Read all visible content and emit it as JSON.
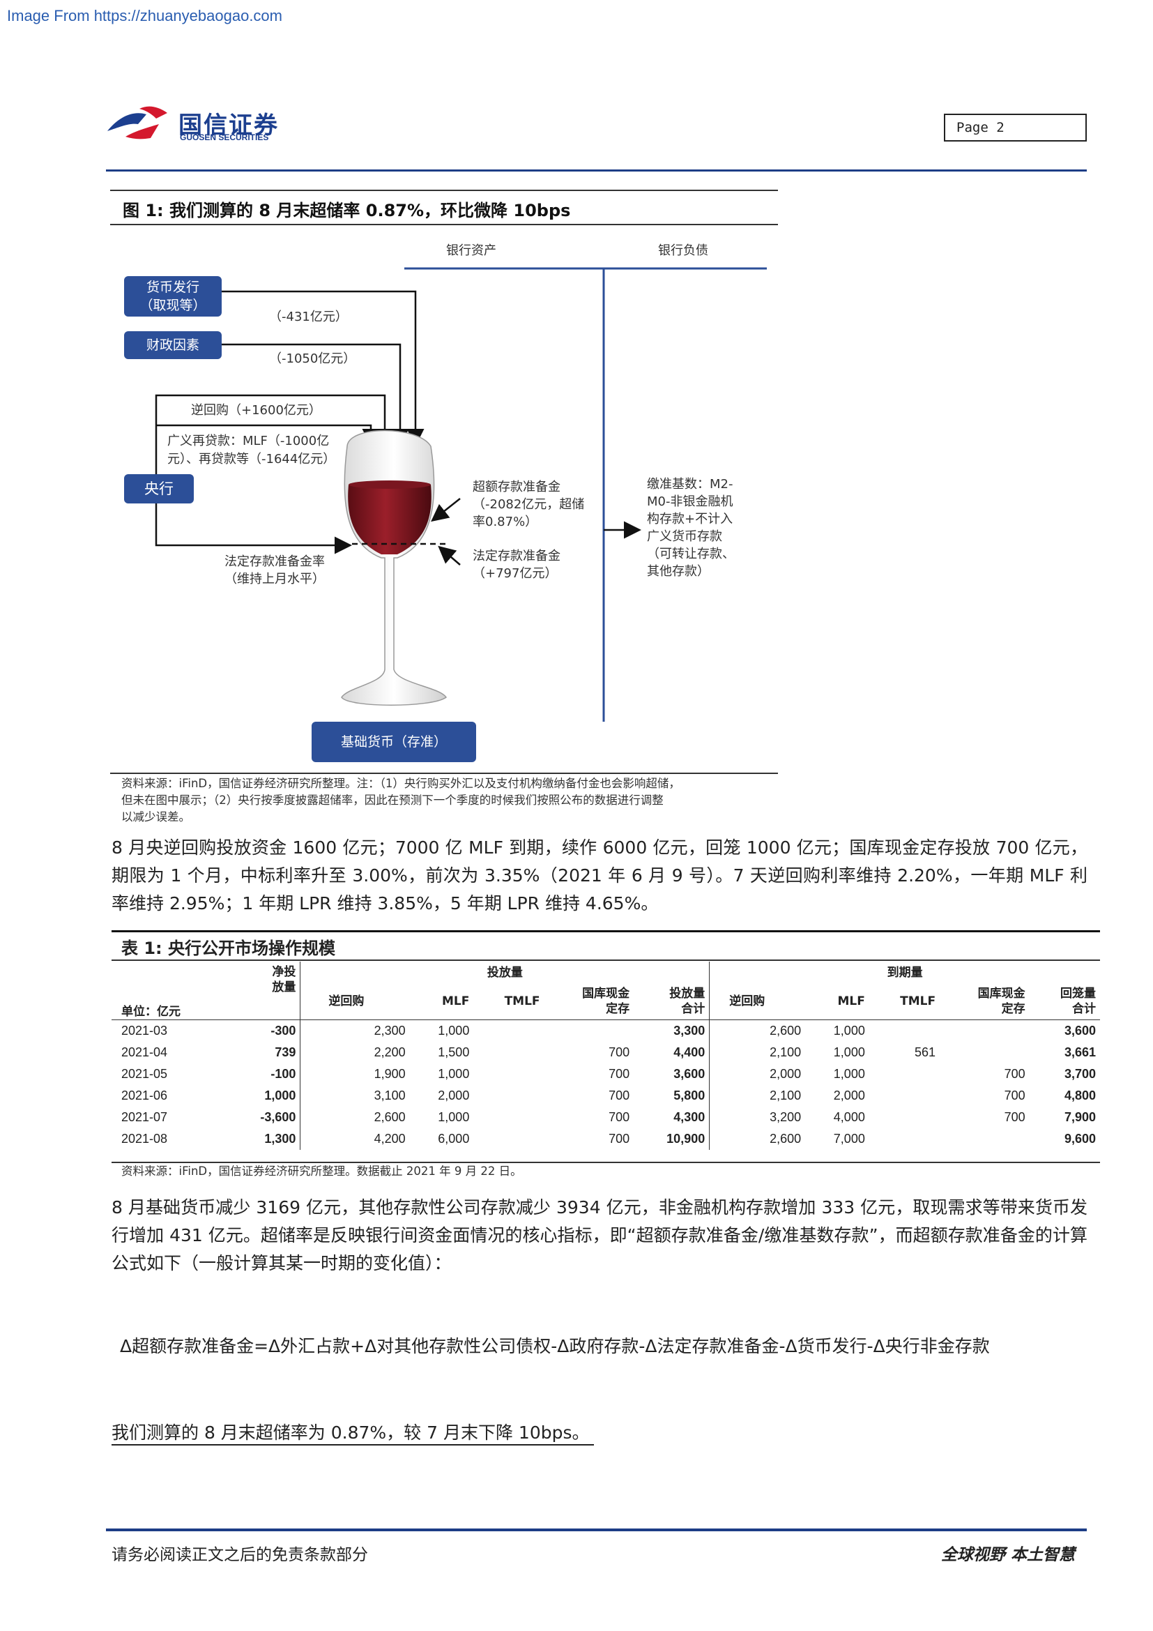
{
  "watermark": "Image From https://zhuanyebaogao.com",
  "header": {
    "logo_cn": "国信证券",
    "logo_en": "GUOSEN SECURITIES",
    "page_label": "Page  2"
  },
  "figure": {
    "title": "图 1:  我们测算的 8 月末超储率 0.87%，环比微降 10bps",
    "col_assets": "银行资产",
    "col_liabilities": "银行负债",
    "box_currency_line1": "货币发行",
    "box_currency_line2": "（取现等）",
    "label_currency": "（-431亿元）",
    "box_fiscal": "财政因素",
    "label_fiscal": "（-1050亿元）",
    "label_reverse_repo": "逆回购（+1600亿元）",
    "label_refinance_line1": "广义再贷款：MLF（-1000亿",
    "label_refinance_line2": "元）、再贷款等（-1644亿元）",
    "box_central_bank": "央行",
    "label_excess_line1": "超额存款准备金",
    "label_excess_line2": "（-2082亿元，超储",
    "label_excess_line3": "率0.87%）",
    "label_statutory_line1": "法定存款准备金",
    "label_statutory_line2": "（+797亿元）",
    "label_rrr_line1": "法定存款准备金率",
    "label_rrr_line2": "（维持上月水平）",
    "label_base_line1": "缴准基数：M2-",
    "label_base_line2": "M0-非银金融机",
    "label_base_line3": "构存款+不计入",
    "label_base_line4": "广义货币存款",
    "label_base_line5": "（可转让存款、",
    "label_base_line6": "其他存款）",
    "box_base_money": "基础货币（存准）",
    "source_line1": "资料来源：iFinD，国信证券经济研究所整理。注：（1）央行购买外汇以及支付机构缴纳备付金也会影响超储，",
    "source_line2": "但未在图中展示；（2）央行按季度披露超储率，因此在预测下一个季度的时候我们按照公布的数据进行调整",
    "source_line3": "以减少误差。"
  },
  "para1": "8 月央逆回购投放资金 1600 亿元；7000 亿 MLF 到期，续作 6000 亿元，回笼 1000 亿元；国库现金定存投放 700 亿元，期限为 1 个月，中标利率升至 3.00%，前次为 3.35%（2021 年 6 月 9 号）。7 天逆回购利率维持 2.20%，一年期 MLF 利率维持 2.95%；1 年期 LPR 维持 3.85%，5 年期 LPR 维持 4.65%。",
  "table": {
    "title": "表 1:  央行公开市场操作规模",
    "unit": "单位：亿元",
    "net_line1": "净投",
    "net_line2": "放量",
    "group_injection": "投放量",
    "group_maturity": "到期量",
    "h_reverse_repo": "逆回购",
    "h_mlf": "MLF",
    "h_tmlf": "TMLF",
    "h_treasury_line1": "国库现金",
    "h_treasury_line2": "定存",
    "h_inj_total_line1": "投放量",
    "h_inj_total_line2": "合计",
    "h_mat_total_line1": "回笼量",
    "h_mat_total_line2": "合计",
    "rows": [
      [
        "2021-03",
        "-300",
        "2,300",
        "1,000",
        "",
        "",
        "3,300",
        "2,600",
        "1,000",
        "",
        "",
        "3,600"
      ],
      [
        "2021-04",
        "739",
        "2,200",
        "1,500",
        "",
        "700",
        "4,400",
        "2,100",
        "1,000",
        "561",
        "",
        "3,661"
      ],
      [
        "2021-05",
        "-100",
        "1,900",
        "1,000",
        "",
        "700",
        "3,600",
        "2,000",
        "1,000",
        "",
        "700",
        "3,700"
      ],
      [
        "2021-06",
        "1,000",
        "3,100",
        "2,000",
        "",
        "700",
        "5,800",
        "2,100",
        "2,000",
        "",
        "700",
        "4,800"
      ],
      [
        "2021-07",
        "-3,600",
        "2,600",
        "1,000",
        "",
        "700",
        "4,300",
        "3,200",
        "4,000",
        "",
        "700",
        "7,900"
      ],
      [
        "2021-08",
        "1,300",
        "4,200",
        "6,000",
        "",
        "700",
        "10,900",
        "2,600",
        "7,000",
        "",
        "",
        "9,600"
      ]
    ],
    "source": "资料来源：iFinD，国信证券经济研究所整理。数据截止 2021 年 9 月 22 日。"
  },
  "para2": "8 月基础货币减少 3169 亿元，其他存款性公司存款减少 3934 亿元，非金融机构存款增加 333 亿元，取现需求等带来货币发行增加 431 亿元。超储率是反映银行间资金面情况的核心指标，即“超额存款准备金/缴准基数存款”，而超额存款准备金的计算公式如下（一般计算其某一时期的变化值）：",
  "formula": "Δ超额存款准备金=Δ外汇占款+Δ对其他存款性公司债权-Δ政府存款-Δ法定存款准备金-Δ货币发行-Δ央行非金存款",
  "conclusion": "我们测算的 8 月末超储率为 0.87%，较 7 月末下降 10bps。",
  "footer": {
    "disclaimer": "请务必阅读正文之后的免责条款部分",
    "slogan": "全球视野  本土智慧"
  }
}
